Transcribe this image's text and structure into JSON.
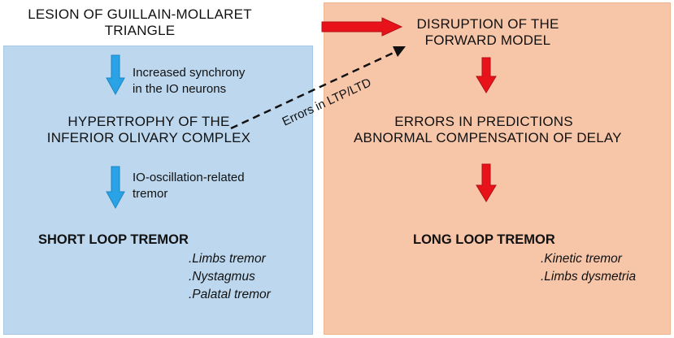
{
  "nodes": {
    "lesion": [
      "LESION OF GUILLAIN-MOLLARET",
      "TRIANGLE"
    ],
    "disruption": [
      "DISRUPTION OF THE",
      "FORWARD MODEL"
    ],
    "hypertrophy": [
      "HYPERTROPHY OF THE",
      "INFERIOR OLIVARY COMPLEX"
    ],
    "errors_predictions": [
      "ERRORS IN PREDICTIONS",
      "ABNORMAL COMPENSATION OF DELAY"
    ]
  },
  "edge_labels": {
    "synchrony": [
      "Increased synchrony",
      "in the IO neurons"
    ],
    "io_oscillation": [
      "IO-oscillation-related",
      "tremor"
    ],
    "ltp_ltd": "Errors in LTP/LTD"
  },
  "outcomes": {
    "short_loop": {
      "title": "SHORT LOOP TREMOR",
      "items": [
        ".Limbs tremor",
        ".Nystagmus",
        ".Palatal tremor"
      ]
    },
    "long_loop": {
      "title": "LONG LOOP TREMOR",
      "items": [
        ".Kinetic tremor",
        ".Limbs dysmetria"
      ]
    }
  },
  "colors": {
    "left_panel": "#bcd7ee",
    "right_panel": "#f7c6a9",
    "blue_arrow": "#29a3e6",
    "red_arrow": "#e8121b",
    "dashed_arrow": "#111111"
  }
}
